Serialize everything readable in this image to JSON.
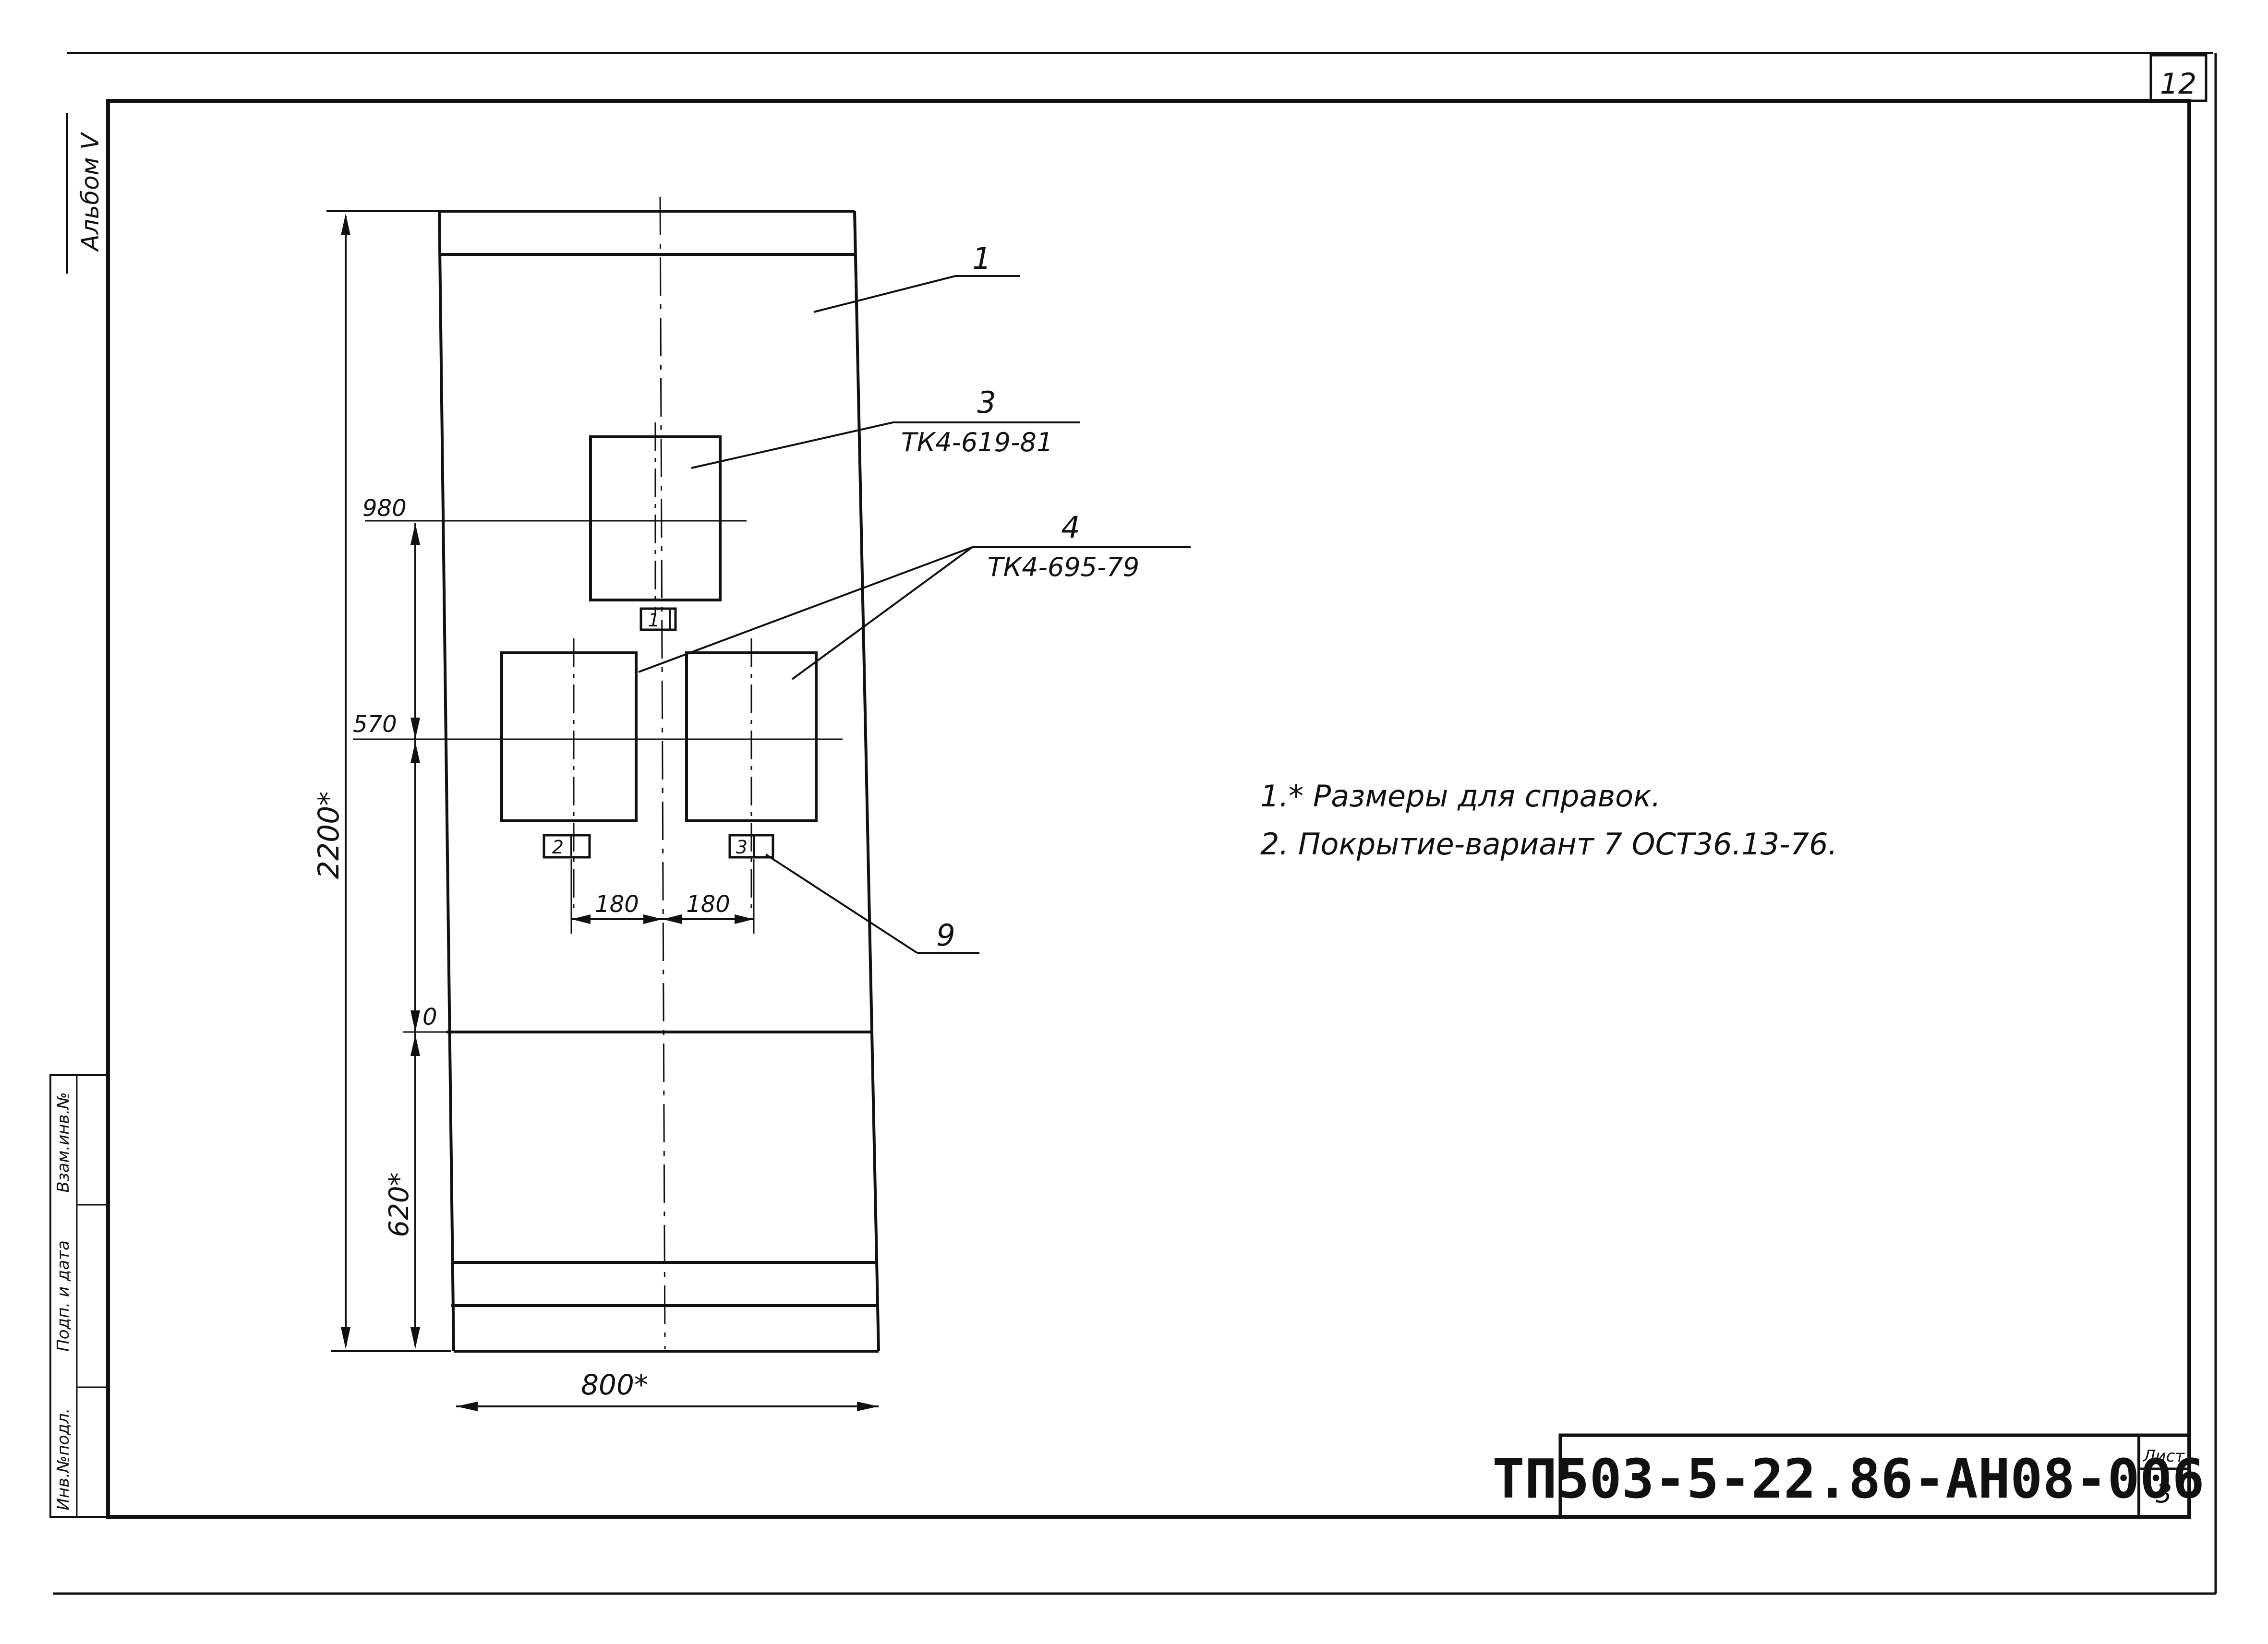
{
  "sheet_number": "12",
  "album_label": "Альбом V",
  "side_stamp": {
    "cell_1": "Инв.№подл.",
    "cell_2": "Подп. и дата",
    "cell_3": "Взам.инв.№"
  },
  "dimensions": {
    "height_total": "2200*",
    "height_base": "620*",
    "width": "800*",
    "level_upper": "980",
    "level_middle": "570",
    "level_zero": "0",
    "spacing_left": "180",
    "spacing_right": "180"
  },
  "callouts": {
    "pos_1": "1",
    "pos_3": "3",
    "pos_3_ref": "ТК4-619-81",
    "pos_4": "4",
    "pos_4_ref": "ТК4-695-79",
    "pos_9": "9"
  },
  "label_tags": {
    "tag_1": "1",
    "tag_2": "2",
    "tag_3": "3"
  },
  "notes": [
    "1.* Размеры для справок.",
    "2. Покрытие-вариант 7 ОСТ36.13-76."
  ],
  "title_block": {
    "designation": "ТП503-5-22.86-АН08-006",
    "sheet_label": "Лист",
    "sheet_value": "3"
  }
}
